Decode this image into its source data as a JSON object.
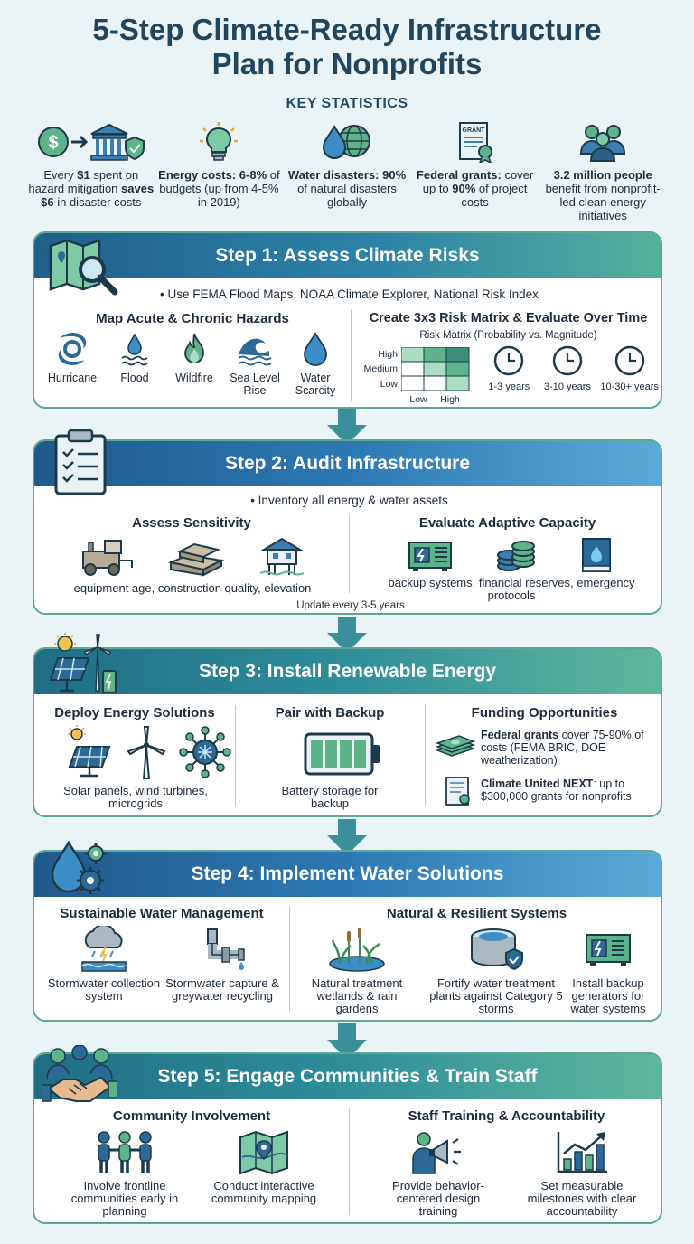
{
  "title_line1": "5-Step Climate-Ready Infrastructure",
  "title_line2": "Plan for Nonprofits",
  "key_statistics_label": "KEY STATISTICS",
  "stats": [
    {
      "pre": "Every ",
      "bold1": "$1",
      "mid": " spent on hazard mitigation ",
      "bold2": "saves $6",
      "post": " in disaster costs"
    },
    {
      "bold1": "Energy costs:",
      "mid": " ",
      "bold2": "6-8%",
      "post": " of budgets (up from 4-5% in 2019)"
    },
    {
      "bold1": "Water disasters:",
      "mid": " ",
      "bold2": "90%",
      "post": " of natural disasters globally"
    },
    {
      "bold1": "Federal grants:",
      "mid": " cover up to ",
      "bold2": "90%",
      "post": " of project costs"
    },
    {
      "bold1": "3.2 million people",
      "mid": " benefit from nonprofit-led clean energy initiatives"
    }
  ],
  "step1": {
    "title": "Step 1: Assess Climate Risks",
    "bullet": "• Use FEMA Flood Maps, NOAA Climate Explorer, National Risk Index",
    "left_heading": "Map Acute & Chronic Hazards",
    "hazards": [
      "Hurricane",
      "Flood",
      "Wildfire",
      "Sea Level Rise",
      "Water Scarcity"
    ],
    "right_heading": "Create 3x3 Risk Matrix & Evaluate Over Time",
    "matrix_caption": "Risk Matrix (Probability vs. Magnitude)",
    "matrix_rows": [
      "High",
      "Medium",
      "Low"
    ],
    "matrix_cols": [
      "Low",
      "High"
    ],
    "timeframes": [
      "1-3 years",
      "3-10 years",
      "10-30+ years"
    ]
  },
  "step2": {
    "title": "Step 2: Audit Infrastructure",
    "bullet": "• Inventory all energy & water assets",
    "left_heading": "Assess Sensitivity",
    "left_caption": "equipment age, construction quality, elevation",
    "right_heading": "Evaluate Adaptive Capacity",
    "right_caption": "backup systems, financial reserves, emergency protocols",
    "update_note": "Update every 3-5 years"
  },
  "step3": {
    "title": "Step 3: Install Renewable Energy",
    "col1_heading": "Deploy Energy Solutions",
    "col1_caption": "Solar panels, wind turbines, microgrids",
    "col2_heading": "Pair with Backup",
    "col2_caption": "Battery storage for backup",
    "col3_heading": "Funding Opportunities",
    "fund1_bold": "Federal grants",
    "fund1_text": " cover 75-90% of costs (FEMA BRIC, DOE weatherization)",
    "fund2_bold": "Climate United NEXT",
    "fund2_text": ": up to $300,000 grants for nonprofits",
    "grant_label": "GRANT"
  },
  "step4": {
    "title": "Step 4: Implement Water Solutions",
    "left_heading": "Sustainable Water Management",
    "left_items": [
      "Stormwater collection system",
      "Stormwater capture & greywater recycling"
    ],
    "right_heading": "Natural & Resilient Systems",
    "right_items": [
      "Natural treatment wetlands & rain gardens",
      "Fortify water treatment plants against Category 5 storms",
      "Install backup generators for water systems"
    ]
  },
  "step5": {
    "title": "Step 5: Engage Communities & Train Staff",
    "left_heading": "Community Involvement",
    "left_items": [
      "Involve frontline communities early in planning",
      "Conduct interactive community mapping"
    ],
    "right_heading": "Staff Training & Accountability",
    "right_items": [
      "Provide behavior-centered design training",
      "Set measurable milestones with clear accountability"
    ]
  },
  "colors": {
    "navy": "#22455e",
    "teal": "#3a8f86",
    "green": "#5ea893",
    "blue": "#2c78b3"
  }
}
